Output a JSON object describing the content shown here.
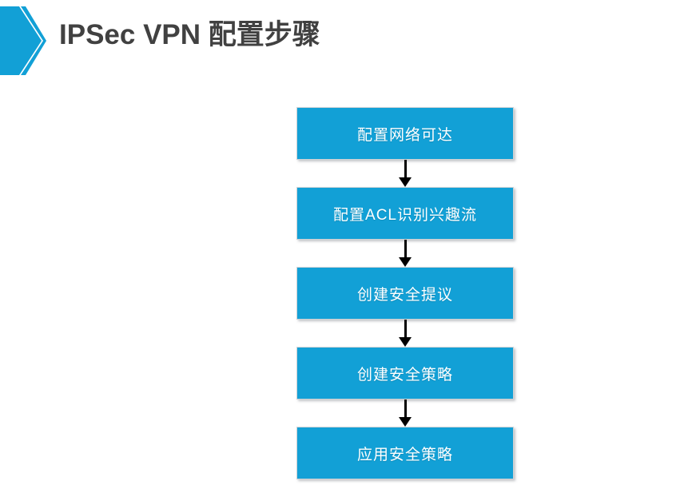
{
  "header": {
    "title": "IPSec VPN 配置步骤",
    "logo_icon": "hexagon-chevron-logo-icon",
    "title_color": "#414141"
  },
  "theme": {
    "accent": "#12a0d6",
    "background": "#ffffff",
    "box_text": "#ffffff",
    "arrow": "#000000",
    "box_border": "#cfd3d6"
  },
  "flowchart": {
    "name": "ipsec-vpn-configuration-steps",
    "orientation": "vertical",
    "steps": [
      {
        "index": 1,
        "label": "配置网络可达"
      },
      {
        "index": 2,
        "label": "配置ACL识别兴趣流"
      },
      {
        "index": 3,
        "label": "创建安全提议"
      },
      {
        "index": 4,
        "label": "创建安全策略"
      },
      {
        "index": 5,
        "label": "应用安全策略"
      }
    ],
    "connectors": [
      {
        "from": 1,
        "to": 2,
        "icon": "down-arrow-icon"
      },
      {
        "from": 2,
        "to": 3,
        "icon": "down-arrow-icon"
      },
      {
        "from": 3,
        "to": 4,
        "icon": "down-arrow-icon"
      },
      {
        "from": 4,
        "to": 5,
        "icon": "down-arrow-icon"
      }
    ]
  }
}
